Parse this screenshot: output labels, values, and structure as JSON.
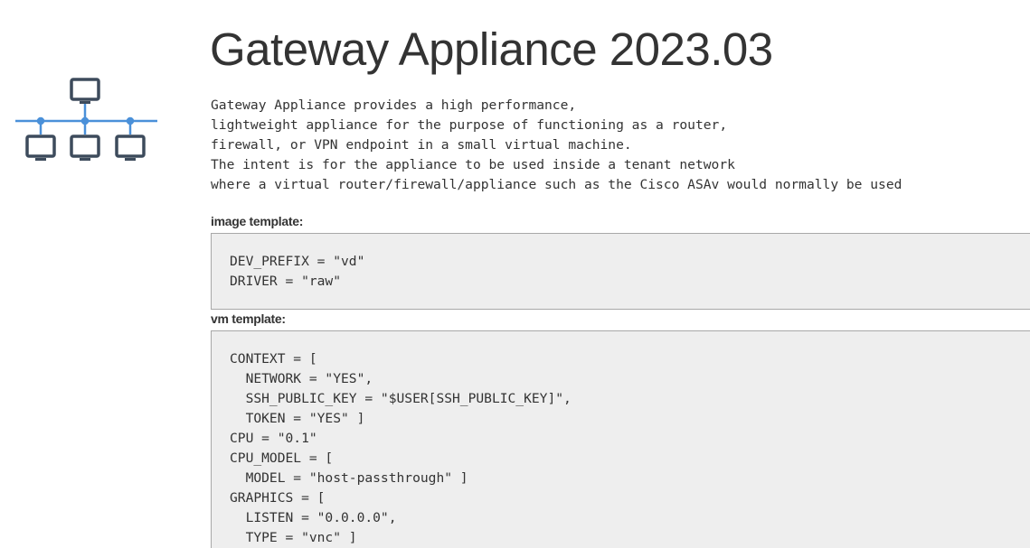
{
  "title": "Gateway Appliance 2023.03",
  "description": [
    "Gateway Appliance provides a high performance,",
    "lightweight appliance for the purpose of functioning as a router,",
    "firewall, or VPN endpoint in a small virtual machine.",
    "The intent is for the appliance to be used inside a tenant network",
    "where a virtual router/firewall/appliance such as the Cisco ASAv would normally be used"
  ],
  "image_template": {
    "label": "image template:",
    "lines": [
      "DEV_PREFIX = \"vd\"",
      "DRIVER = \"raw\""
    ]
  },
  "vm_template": {
    "label": "vm template:",
    "lines": [
      "CONTEXT = [",
      "  NETWORK = \"YES\",",
      "  SSH_PUBLIC_KEY = \"$USER[SSH_PUBLIC_KEY]\",",
      "  TOKEN = \"YES\" ]",
      "CPU = \"0.1\"",
      "CPU_MODEL = [",
      "  MODEL = \"host-passthrough\" ]",
      "GRAPHICS = [",
      "  LISTEN = \"0.0.0.0\",",
      "  TYPE = \"vnc\" ]"
    ]
  },
  "colors": {
    "network_line": "#4a90d9",
    "monitor": "#3d4b5c",
    "code_bg": "#eeeeee"
  },
  "logo_icon": "network-topology-icon"
}
